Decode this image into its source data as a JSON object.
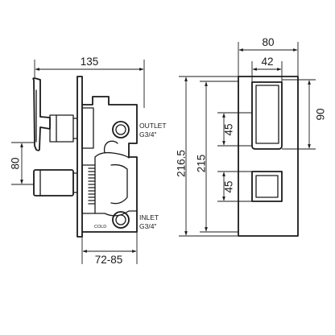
{
  "side_view": {
    "dims": {
      "overall_depth": "135",
      "handle_spacing": "80",
      "body_depth": "72-85"
    },
    "outlet": {
      "line1": "OUTLET",
      "line2": "G3/4\""
    },
    "inlet": {
      "line1": "INLET",
      "line2": "G3/4\""
    },
    "cold_label": "COLD"
  },
  "front_view": {
    "dims": {
      "plate_width": "80",
      "lever_width": "42",
      "lever_height": "90",
      "overall_height": "216.5",
      "plate_height": "215",
      "upper_offset": "45",
      "lower_offset": "45"
    }
  }
}
